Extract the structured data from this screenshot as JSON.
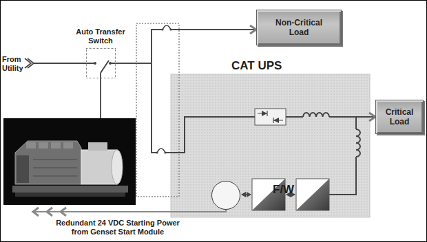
{
  "diagram": {
    "nodes": [
      {
        "text": [
          "Auto Transfer Switch"
        ]
      },
      {
        "text": [
          "Non-Critical Load"
        ]
      },
      {
        "text": [
          "CAT UPS"
        ]
      },
      {
        "text": [
          "F/W"
        ],
        "in": 2
      },
      {
        "text": [
          "Critical Load"
        ]
      }
    ],
    "edges": [
      {
        "from": 0,
        "to": 1,
        "arrow": "to"
      },
      {
        "from": 0,
        "to": 2,
        "arrow": "none"
      },
      {
        "from": 2,
        "to": 4,
        "arrow": "to"
      }
    ],
    "labels": [
      "From Utility",
      "Redundant 24 VDC Starting Power from Genset Start Module"
    ]
  }
}
